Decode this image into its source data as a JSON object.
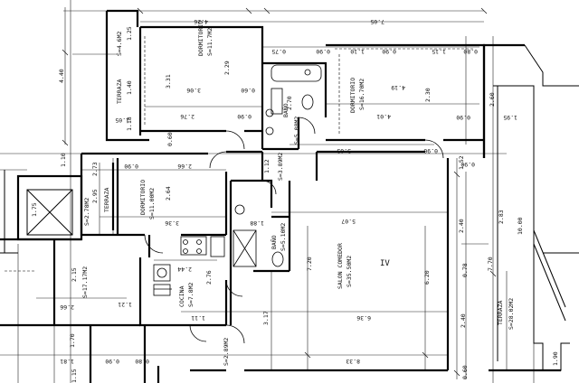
{
  "plan": {
    "unit_number": "IV",
    "rooms": [
      {
        "id": "terraza-top",
        "name": "TERRAZA",
        "area": "S=4.6M2"
      },
      {
        "id": "dorm1",
        "name": "DORMITORIO",
        "area": "S=11.7M2"
      },
      {
        "id": "bano1",
        "name": "BAÑO",
        "area": "S=5.08M2"
      },
      {
        "id": "dorm2",
        "name": "DORMITORIO",
        "area": "S=16.70M2"
      },
      {
        "id": "dorm3",
        "name": "DORMITORIO",
        "area": "S=11.00M2"
      },
      {
        "id": "terraza-small",
        "name": "TERRAZA",
        "area": "S=2.78M2"
      },
      {
        "id": "bano2",
        "name": "BAÑO",
        "area": "S=5.10M2"
      },
      {
        "id": "hall",
        "name": "",
        "area": "S=3.89M2"
      },
      {
        "id": "salon",
        "name": "SALON COMEDOR",
        "area": "S=35.50M2"
      },
      {
        "id": "terraza-right",
        "name": "TERRAZA",
        "area": "S=28.02M2"
      },
      {
        "id": "cocina",
        "name": "COCINA",
        "area": "S=7.8M2"
      },
      {
        "id": "left-room",
        "name": "",
        "area": "S=17.17M2"
      },
      {
        "id": "entry",
        "name": "",
        "area": "S=2.89M2"
      }
    ],
    "dims": {
      "d_426": "4.26",
      "d_705": "7.05",
      "d_440": "4.40",
      "d_125": "1.25",
      "d_140": "1.40",
      "d_075": "0.75",
      "d_090a": "0.90",
      "d_090b": "0.90",
      "d_110": "1.10",
      "d_115": "1.15",
      "d_080": "0.80",
      "d_331": "3.31",
      "d_306": "3.06",
      "d_229": "2.29",
      "d_060a": "0.60",
      "d_270": "2.70",
      "d_419": "4.19",
      "d_230": "2.30",
      "d_260": "2.60",
      "d_401": "4.01",
      "d_090c": "0.90",
      "d_195": "1.95",
      "d_105": "1.05",
      "d_118": "1.18",
      "d_276": "2.76",
      "d_090d": "0.90",
      "d_060b": "0.60",
      "d_303": "3.03",
      "d_090e": "0.90",
      "d_152": "1.52",
      "d_090f": "0.90",
      "d_273": "2.73",
      "d_110b": "1.10",
      "d_090g": "0.90",
      "d_266": "2.66",
      "d_264": "2.64",
      "d_112": "1.12",
      "d_295": "2.95",
      "d_175": "1.75",
      "d_336": "3.36",
      "d_188": "1.88",
      "d_507": "5.07",
      "d_240a": "2.40",
      "d_283": "2.83",
      "d_1000": "10.00",
      "d_770": "7.70",
      "d_720": "7.20",
      "d_620": "6.20",
      "d_078": "0.78",
      "d_244": "2.44",
      "d_276b": "2.76",
      "d_215": "2.15",
      "d_266b": "2.66",
      "d_121": "1.21",
      "d_317": "3.17",
      "d_636": "6.36",
      "d_240b": "2.40",
      "d_111": "1.11",
      "d_170": "1.70",
      "d_181": "1.81",
      "d_090h": "0.90",
      "d_080b": "0.80",
      "d_833": "8.33",
      "d_060c": "0.60",
      "d_115b": "1.15",
      "d_190": "1.90"
    }
  }
}
